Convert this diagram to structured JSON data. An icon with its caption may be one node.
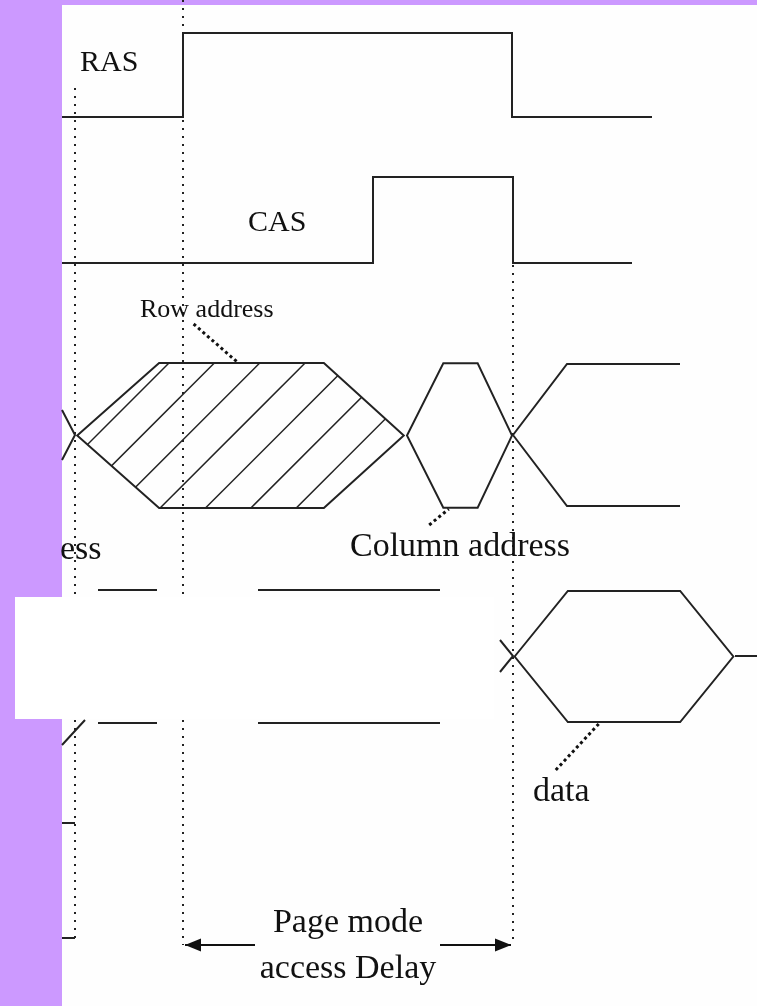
{
  "diagram": {
    "nodes": [
      {
        "text": [
          "Row address"
        ]
      },
      {
        "text": [],
        "shape": "hexagon"
      },
      {
        "text": [
          "Column address"
        ]
      },
      {
        "text": [],
        "shape": "hexagon"
      },
      {
        "text": [
          "data"
        ]
      },
      {
        "text": [],
        "shape": "hexagon"
      }
    ],
    "edges": [
      {
        "from": 0,
        "to": 1,
        "arrow": "none"
      },
      {
        "from": 2,
        "to": 3,
        "arrow": "none"
      },
      {
        "from": 4,
        "to": 5,
        "arrow": "none"
      }
    ],
    "labels": [
      "RAS",
      "CAS",
      "ess",
      "Page mode access Delay"
    ]
  }
}
